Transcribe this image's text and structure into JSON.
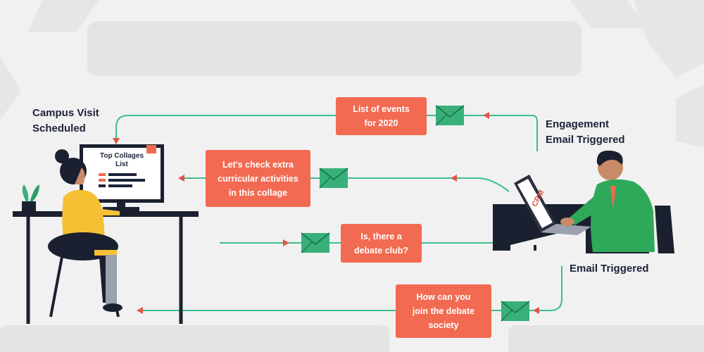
{
  "labels": {
    "campus_visit": "Campus Visit\nScheduled",
    "engagement_email": "Engagement\nEmail Triggered",
    "email_triggered": "Email Triggered"
  },
  "messages": {
    "events": "List of events\nfor 2020",
    "extracurricular": "Let's check extra\ncurricular activities\nin this collage",
    "debate_question": "Is, there a\ndebate club?",
    "debate_join": "How can you\njoin the debate\nsociety"
  },
  "screens": {
    "student_screen_title": "Top Collages\nList",
    "crm_screen_text": "CRM"
  },
  "colors": {
    "message_box": "#f26a51",
    "connector": "#3dbd8b",
    "arrow_head": "#e0554a",
    "envelope": "#38b07a",
    "text_dark": "#1c2338",
    "student_shirt": "#f5c033",
    "agent_suit": "#2ea859"
  },
  "icons": [
    "email-icon",
    "plant-icon",
    "student-figure",
    "crm-agent-figure"
  ]
}
